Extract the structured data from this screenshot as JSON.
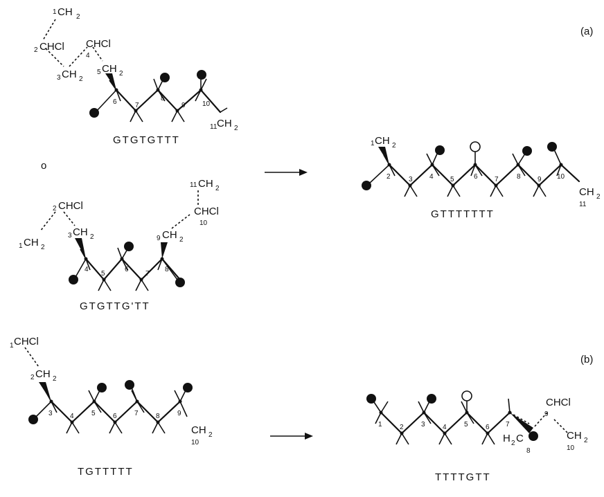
{
  "figure": {
    "part_labels": {
      "a": "(a)",
      "b": "(b)"
    },
    "or_word": "o",
    "conformations": {
      "top_left": "GTGTGTTT",
      "mid_left": "GTGTTG'TT",
      "top_right": "GTTTTTTT",
      "bottom_left": "TGTTTTT",
      "bottom_right": "TTTTGTT"
    },
    "groups": {
      "ch2": "CH",
      "chcl": "CHCl",
      "h2c": "H",
      "sub2": "2"
    }
  }
}
